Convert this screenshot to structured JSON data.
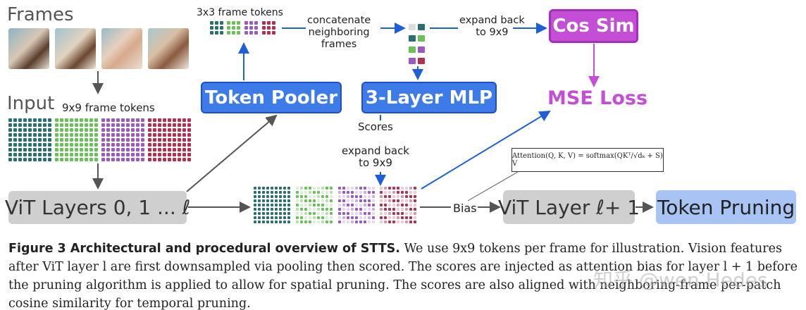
{
  "labels": {
    "frames": "Frames",
    "input": "Input",
    "input_tokens": "9x9 frame tokens",
    "pooled_tokens": "3x3 frame tokens",
    "concatenate": "concatenate\nneighboring\nframes",
    "expand_back_top": "expand back\nto 9x9",
    "scores": "Scores",
    "expand_back_mid": "expand back\nto 9x9",
    "bias": "Bias"
  },
  "boxes": {
    "token_pooler": "Token Pooler",
    "mlp": "3-Layer MLP",
    "cos_sim": "Cos Sim",
    "mse_loss": "MSE Loss",
    "vit_layers": "ViT Layers 0, 1 ... ℓ",
    "vit_layer_next": "ViT Layer ℓ+ 1",
    "token_pruning": "Token Pruning"
  },
  "formula": "Attention(Q, K, V) = softmax(QKᵀ/√dₖ + S) V",
  "caption": {
    "title": "Figure 3  Architectural and procedural overview of STTS.",
    "body": " We use 9x9 tokens per frame for illustration. Vision features after ViT layer l are first downsampled via pooling then scored. The scores are injected as attention bias for layer l + 1 before the pruning algorithm is applied to allow for spatial pruning. The scores are also aligned with neighboring-frame per-patch cosine similarity for temporal pruning."
  },
  "watermark": "知乎 @wen Hedes",
  "colors": {
    "teal": "#2b6f73",
    "green": "#6cc05a",
    "purple": "#9a5bc0",
    "crimson": "#b3304f",
    "blue": "#3d7be8",
    "magenta": "#c44fd6",
    "arrow_blue": "#1f5fd6",
    "arrow_gray": "#555555"
  }
}
